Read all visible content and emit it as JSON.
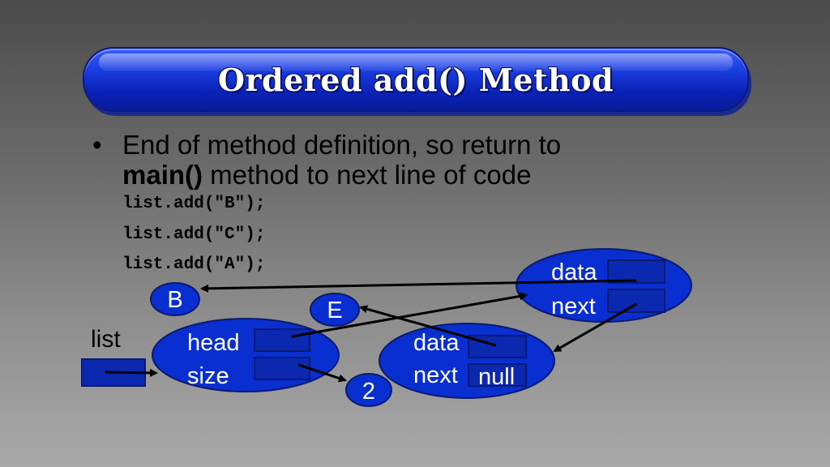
{
  "slide": {
    "title": "Ordered add() Method",
    "bullet_marker": "•",
    "bullet_text_1": "End of method definition, so return to",
    "bullet_bold": "main()",
    "bullet_text_2": " method to next line of code",
    "code_lines": [
      "list.add(\"B\");",
      "list.add(\"C\");",
      "list.add(\"A\");"
    ]
  },
  "diagram": {
    "list_label": "list",
    "list_node": {
      "field1": "head",
      "field2": "size"
    },
    "size_value": "2",
    "node_b": "B",
    "node_e": "E",
    "node1": {
      "field1": "data",
      "field2": "next",
      "next_value": "null"
    },
    "node2": {
      "field1": "data",
      "field2": "next"
    }
  },
  "colors": {
    "node_fill": "#0a2fd0",
    "field_box": "#0a28b0",
    "title_bar": "#1a3de0"
  }
}
